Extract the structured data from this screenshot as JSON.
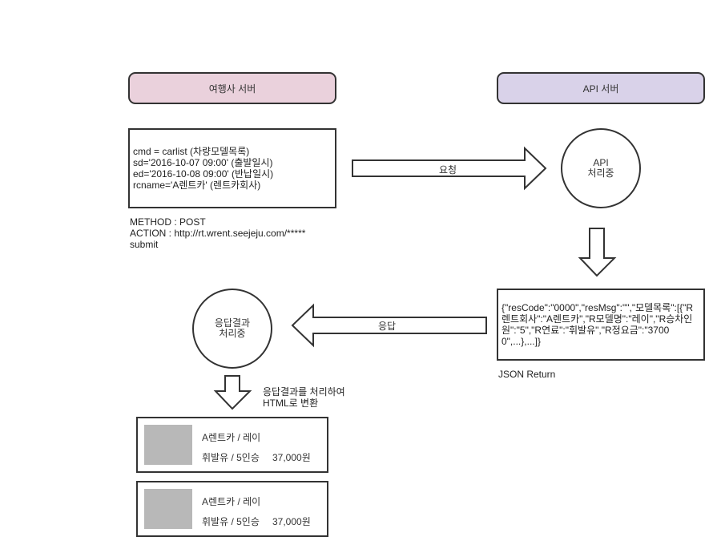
{
  "colors": {
    "travel_server_fill": "#ead1dc",
    "api_server_fill": "#d9d2e9",
    "stroke": "#333333",
    "thumbnail": "#b8b8b8"
  },
  "travel_server": {
    "label": "여행사 서버"
  },
  "api_server": {
    "label": "API 서버"
  },
  "request_params": {
    "lines": [
      "cmd = carlist (차량모델목록)",
      "sd='2016-10-07 09:00' (출발일시)",
      "ed='2016-10-08 09:00' (반납일시)",
      "rcname='A렌트카' (렌트카회사)"
    ]
  },
  "request_meta": {
    "method": "METHOD : POST",
    "action": "ACTION : http://rt.wrent.seejeju.com/*****",
    "submit": "submit"
  },
  "request_arrow": {
    "label": "요청"
  },
  "api_processing": {
    "line1": "API",
    "line2": "처리중"
  },
  "json_response": {
    "text": "{\"resCode\":\"0000\",\"resMsg\":\"\",\"모델목록\":[{\"R렌트회사\":\"A렌트카\",\"R모델명\":\"레이\",\"R승차인원\":\"5\",\"R연료\":\"휘발유\",\"R정요금\":\"37000\",...},...]}",
    "caption": "JSON Return"
  },
  "response_arrow": {
    "label": "응답"
  },
  "result_processing": {
    "line1": "응답결과",
    "line2": "처리중"
  },
  "convert_note": {
    "line1": "응답결과를 처리하여",
    "line2": "HTML로 변환"
  },
  "cards": [
    {
      "title": "A렌트카 / 레이",
      "detail": "휘발유 / 5인승",
      "price": "37,000원"
    },
    {
      "title": "A렌트카 / 레이",
      "detail": "휘발유 / 5인승",
      "price": "37,000원"
    }
  ]
}
